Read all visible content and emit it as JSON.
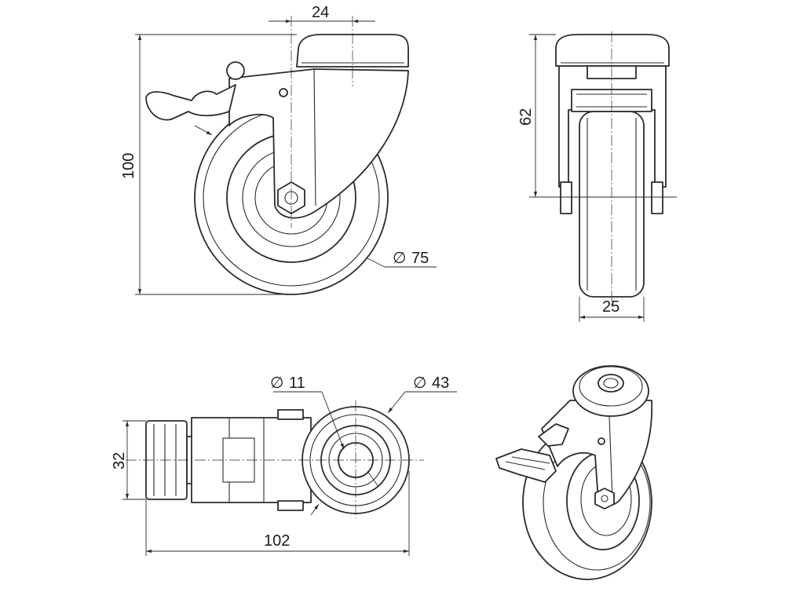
{
  "dimensions": {
    "overall_height": "100",
    "offset": "24",
    "wheel_diameter": "75",
    "mount_height": "62",
    "wheel_width": "25",
    "bolt_hole": "11",
    "top_diameter": "43",
    "plate_width": "32",
    "overall_length": "102"
  },
  "symbols": {
    "diameter": "∅"
  },
  "colors": {
    "line": "#2b2b2b",
    "background": "#ffffff"
  }
}
